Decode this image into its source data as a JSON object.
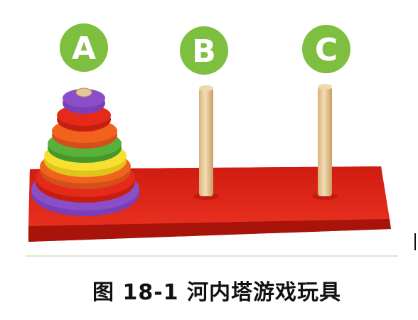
{
  "figure": {
    "peg_labels": [
      "A",
      "B",
      "C"
    ],
    "caption": "图 18-1 河内塔游戏玩具"
  },
  "colors": {
    "label_circle": "#7fbf3f",
    "base_red": "#e42518",
    "base_red_dark": "#b9160c",
    "peg_wood": "#e6c79a",
    "disk_purple": "#8a4fc8",
    "disk_red": "#e52a1a",
    "disk_orange": "#f1621c",
    "disk_green": "#58b23a",
    "disk_yellow": "#f7e12e",
    "table_line": "#dfe8c9"
  },
  "disks": [
    {
      "color": "purple",
      "position": 1
    },
    {
      "color": "red",
      "position": 2
    },
    {
      "color": "orange",
      "position": 3
    },
    {
      "color": "green",
      "position": 4
    },
    {
      "color": "yellow",
      "position": 5
    },
    {
      "color": "orange",
      "position": 6
    },
    {
      "color": "red",
      "position": 7
    },
    {
      "color": "purple",
      "position": 8
    }
  ]
}
